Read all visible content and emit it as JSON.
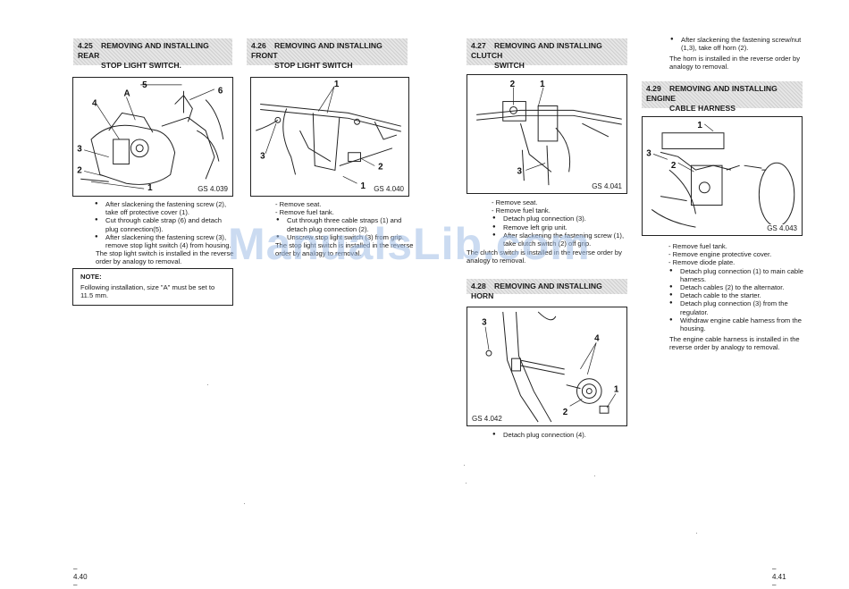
{
  "left_page": {
    "section_4_25": {
      "number": "4.25",
      "title_line1": "REMOVING AND INSTALLING REAR",
      "title_line2": "STOP LIGHT SWITCH.",
      "figure_code": "GS 4.039",
      "callouts": [
        "A",
        "5",
        "6",
        "4",
        "3",
        "2",
        "1"
      ],
      "bullets": [
        "After slackening the fastening screw (2), take off protective cover (1).",
        "Cut through cable strap (6) and detach plug connection(5).",
        "After slackening the fastening screw (3), remove stop light switch (4) from housing."
      ],
      "install_text": "The stop light switch is installed in the reverse order by analogy to removal.",
      "note_title": "NOTE:",
      "note_text": "Following installation, size \"A\" must be set to 11.5 mm."
    },
    "section_4_26": {
      "number": "4.26",
      "title_line1": "REMOVING AND INSTALLING FRONT",
      "title_line2": "STOP LIGHT SWITCH",
      "figure_code": "GS 4.040",
      "callouts": [
        "1",
        "3",
        "2",
        "1"
      ],
      "dash_items": [
        "- Remove seat.",
        "- Remove fuel tank."
      ],
      "bullets": [
        "Cut through three cable straps (1) and detach plug connection (2).",
        "Unscrew stop light switch (3) from grip."
      ],
      "install_text": "The stop light switch is installed in the reverse order by analogy to removal."
    },
    "page_number": "– 4.40 –"
  },
  "right_page": {
    "section_4_27": {
      "number": "4.27",
      "title_line1": "REMOVING AND INSTALLING CLUTCH",
      "title_line2": "SWITCH",
      "figure_code": "GS 4.041",
      "callouts": [
        "2",
        "1",
        "3"
      ],
      "dash_items": [
        "- Remove seat.",
        "- Remove fuel tank."
      ],
      "bullets": [
        "Detach plug connection (3).",
        "Remove left grip unit.",
        "After slackening the fastening screw (1), take clutch switch (2) off grip."
      ],
      "install_text": "The clutch switch is installed in the reverse order by analogy to removal."
    },
    "section_4_28": {
      "number": "4.28",
      "title_line1": "REMOVING AND INSTALLING HORN",
      "figure_code": "GS 4.042",
      "callouts": [
        "3",
        "4",
        "1",
        "2"
      ],
      "bullets": [
        "Detach plug connection (4)."
      ]
    },
    "section_4_29": {
      "number": "4.29",
      "title_line1": "REMOVING AND INSTALLING ENGINE",
      "title_line2": "CABLE HARNESS",
      "figure_code": "GS 4.043",
      "callouts": [
        "1",
        "3",
        "2"
      ],
      "top_bullets": [
        "After slackening the fastening screw/nut (1,3), take off horn (2)."
      ],
      "top_install_text": "The horn is installed in the reverse order by analogy to removal.",
      "dash_items": [
        "- Remove fuel tank.",
        "- Remove engine protective cover.",
        "- Remove diode plate."
      ],
      "bullets": [
        "Detach plug connection (1) to main cable harness.",
        "Detach cables (2) to the alternator.",
        "Detach cable to the starter.",
        "Detach plug connection (3) from the regulator.",
        "Withdraw engine cable harness from the housing."
      ],
      "install_text": "The engine cable harness is installed in the reverse order by analogy to removal."
    },
    "page_number": "– 4.41 –"
  },
  "watermark": "ManualsLib.com"
}
